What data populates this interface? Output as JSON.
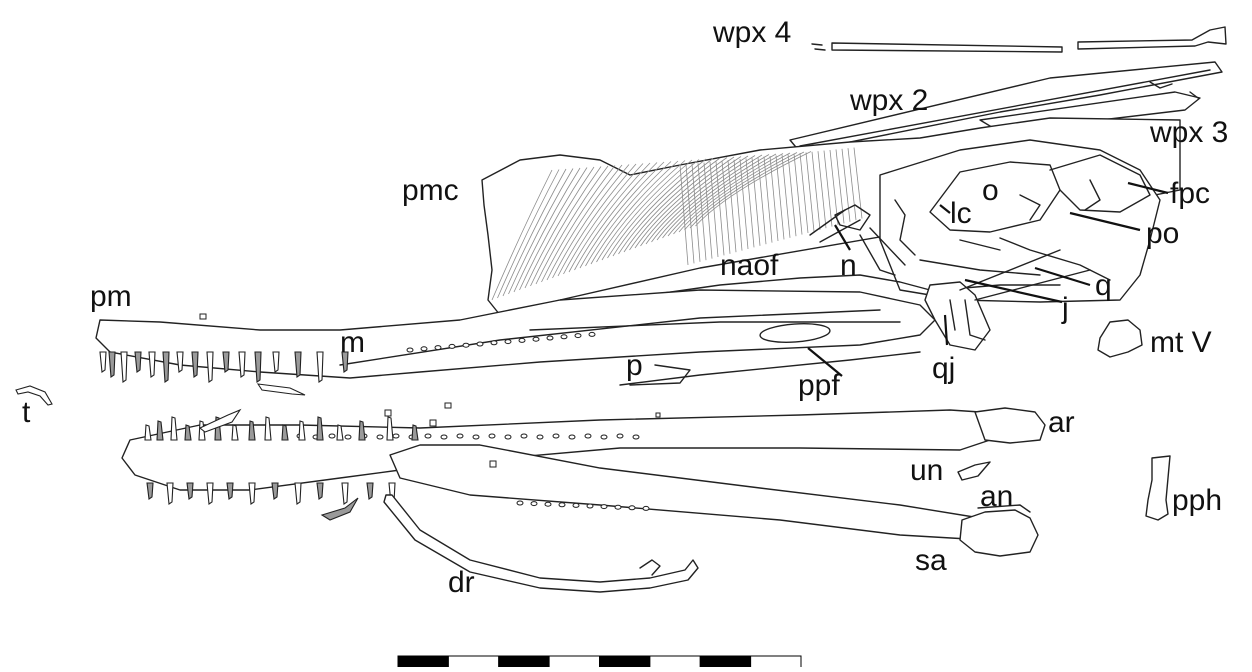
{
  "labels": {
    "wpx4": "wpx 4",
    "wpx2": "wpx 2",
    "wpx3": "wpx 3",
    "pmc": "pmc",
    "fpc": "fpc",
    "o": "o",
    "lc": "lc",
    "po": "po",
    "naof": "naof",
    "n": "n",
    "q": "q",
    "j": "j",
    "pm": "pm",
    "m": "m",
    "mtV": "mt V",
    "t": "t",
    "p": "p",
    "qj": "qj",
    "ppf": "ppf",
    "ar": "ar",
    "un": "un",
    "an": "an",
    "pph": "pph",
    "sa": "sa",
    "dr": "dr"
  },
  "scale_bar": {
    "segments": 8,
    "colors": [
      "#000000",
      "#ffffff"
    ]
  }
}
